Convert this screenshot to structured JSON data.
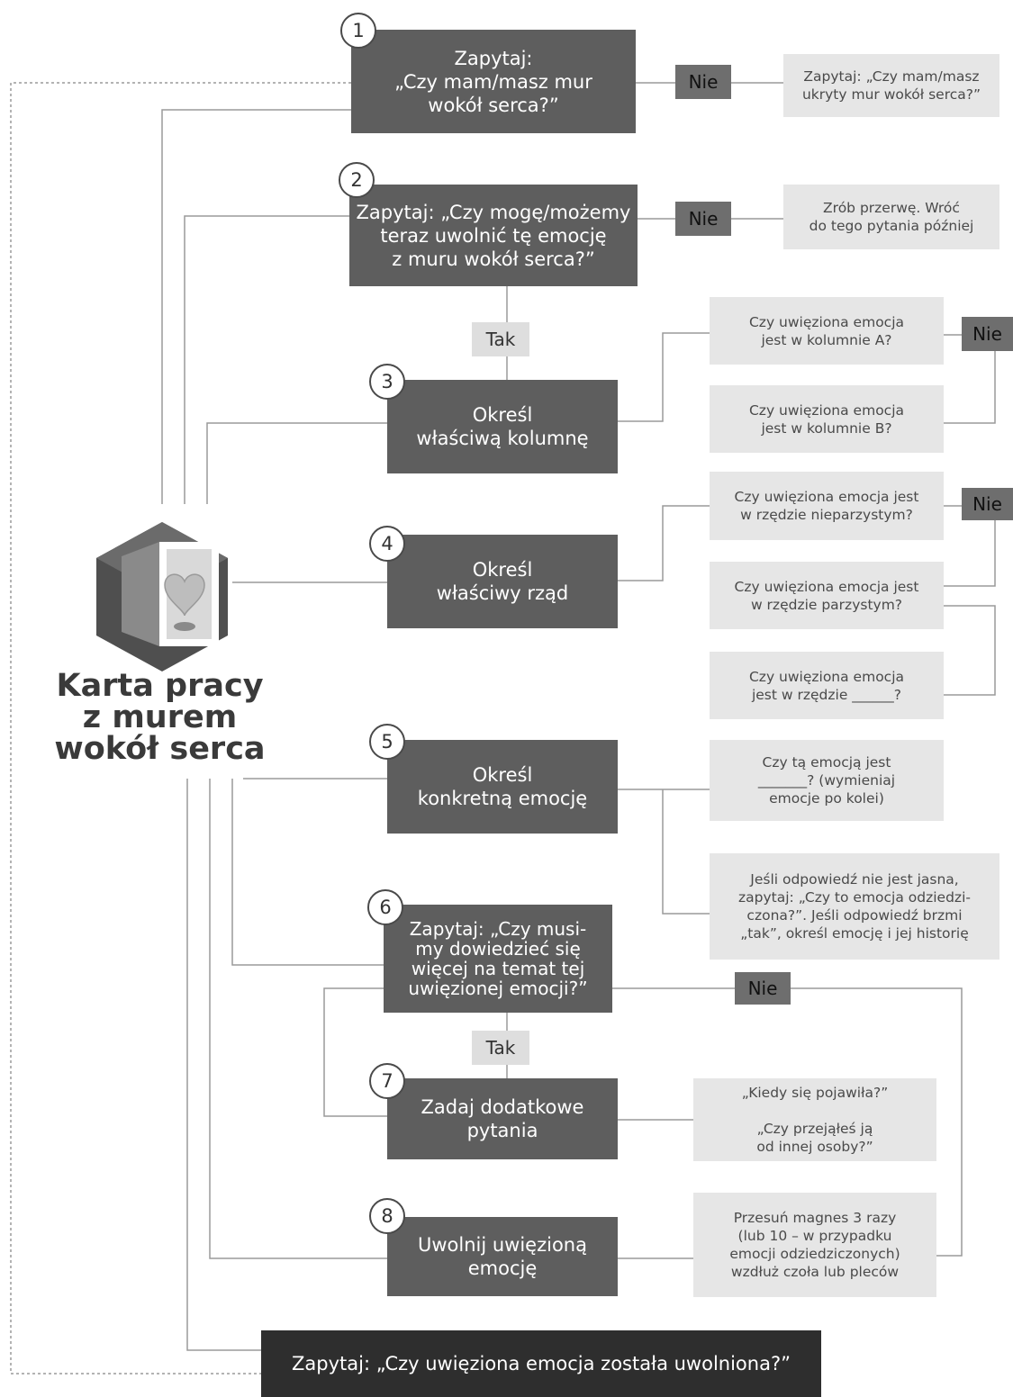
{
  "worksheet_title": "Karta pracy\nz murem\nwokół serca",
  "steps": [
    {
      "number": "1",
      "text": "Zapytaj:\n„Czy mam/masz mur\nwokół serca?”"
    },
    {
      "number": "2",
      "text": "Zapytaj: „Czy mogę/możemy\nteraz uwolnić tę emocję\nz muru wokół serca?”"
    },
    {
      "number": "3",
      "text": "Określ\nwłaściwą kolumnę"
    },
    {
      "number": "4",
      "text": "Określ\nwłaściwy rząd"
    },
    {
      "number": "5",
      "text": "Określ\nkonkretną emocję"
    },
    {
      "number": "6",
      "text": "Zapytaj: „Czy musi-\nmy dowiedzieć się\nwięcej na temat tej\nuwięzionej emocji?”"
    },
    {
      "number": "7",
      "text": "Zadaj dodatkowe\npytania"
    },
    {
      "number": "8",
      "text": "Uwolnij uwięzioną\nemocję"
    }
  ],
  "final_question": "Zapytaj: „Czy uwięziona emocja została uwolniona?”",
  "labels": {
    "no": "Nie",
    "yes": "Tak"
  },
  "side_notes": {
    "hidden_wall": "Zapytaj: „Czy mam/masz\nukryty mur wokół serca?”",
    "take_break": "Zrób przerwę. Wróć\ndo tego pytania później",
    "column_a": "Czy uwięziona emocja\njest w kolumnie A?",
    "column_b": "Czy uwięziona emocja\njest w kolumnie B?",
    "row_odd": "Czy uwięziona emocja jest\nw rzędzie nieparzystym?",
    "row_even": "Czy uwięziona emocja jest\nw rzędzie parzystym?",
    "row_blank": "Czy uwięziona emocja\njest w rzędzie ______?",
    "emotion_blank": "Czy tą emocją jest\n_______? (wymieniaj\nemocje po kolei)",
    "inherited": "Jeśli odpowiedź nie jest jasna,\nzapytaj: „Czy to emocja odziedzi-\nczona?”. Jeśli odpowiedź brzmi\n„tak”, określ emocję i jej historię",
    "followup": "„Kiedy się pojawiła?”\n\n„Czy przejąłeś ją\nod innej osoby?”",
    "magnet": "Przesuń magnes 3 razy\n(lub 10 – w przypadku\nemocji odziedziczonych)\nwzdłuż czoła lub pleców"
  },
  "colors": {
    "dark_box": "#5e5e5e",
    "final_box": "#2e2e2e",
    "note_box": "#e6e6e6",
    "line": "#9a9a9a"
  },
  "icon": "heart-in-wall-cube-icon"
}
